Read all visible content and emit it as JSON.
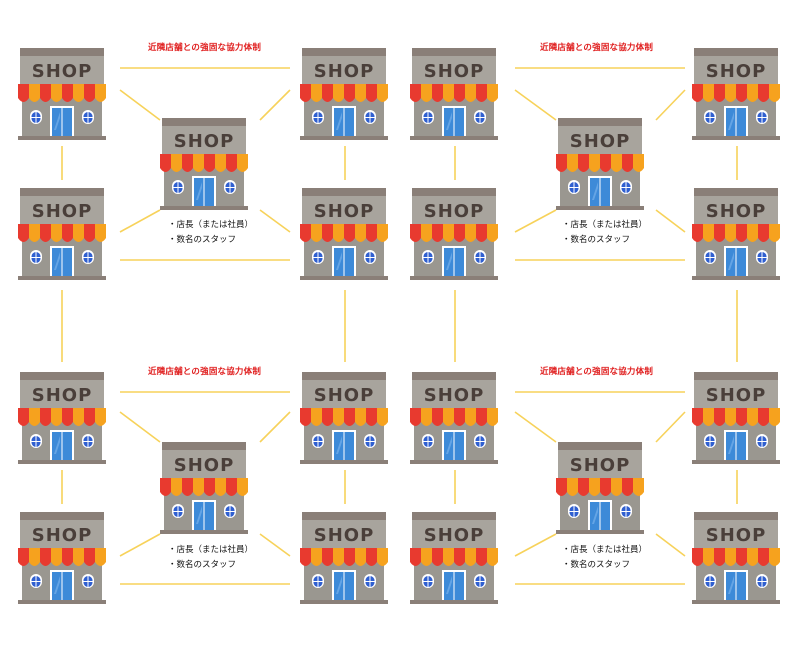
{
  "colors": {
    "connector": "#f7d25a",
    "caption": "#e02020",
    "shop_wall": "#9a9790",
    "shop_sign": "#a8a49d",
    "shop_roof": "#8a7f78",
    "awning_red": "#e83a2f",
    "awning_orange": "#f6a21e",
    "window_blue": "#2f5fd0",
    "door_blue": "#3d8ad8"
  },
  "shop_sign_text": "SHOP",
  "groups": [
    {
      "caption": "近隣店舗との強固な協力体制",
      "staff": [
        "店長（または社員）",
        "数名のスタッフ"
      ]
    },
    {
      "caption": "近隣店舗との強固な協力体制",
      "staff": [
        "店長（または社員）",
        "数名のスタッフ"
      ]
    },
    {
      "caption": "近隣店舗との強固な協力体制",
      "staff": [
        "店長（または社員）",
        "数名のスタッフ"
      ]
    },
    {
      "caption": "近隣店舗との強固な協力体制",
      "staff": [
        "店長（または社員）",
        "数名のスタッフ"
      ]
    }
  ]
}
